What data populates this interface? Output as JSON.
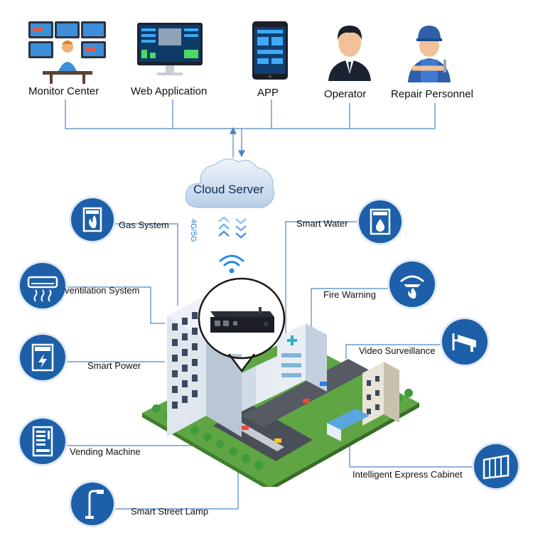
{
  "top_nodes": [
    {
      "label": "Monitor Center",
      "icon": "monitor-center-icon"
    },
    {
      "label": "Web Application",
      "icon": "web-application-icon"
    },
    {
      "label": "APP",
      "icon": "mobile-app-icon"
    },
    {
      "label": "Operator",
      "icon": "operator-icon"
    },
    {
      "label": "Repair Personnel",
      "icon": "repair-personnel-icon"
    }
  ],
  "cloud": {
    "label": "Cloud Server"
  },
  "network": {
    "label": "4G/5G"
  },
  "left_modules": [
    {
      "label": "Gas System",
      "icon": "gas-system-icon"
    },
    {
      "label": "ventilation System",
      "icon": "ventilation-icon"
    },
    {
      "label": "Smart Power",
      "icon": "smart-power-icon"
    },
    {
      "label": "Vending Machine",
      "icon": "vending-machine-icon"
    },
    {
      "label": "Smart Street Lamp",
      "icon": "street-lamp-icon"
    }
  ],
  "right_modules": [
    {
      "label": "Smart Water",
      "icon": "smart-water-icon"
    },
    {
      "label": "Fire Warning",
      "icon": "fire-warning-icon"
    },
    {
      "label": "Video Surveillance",
      "icon": "cctv-camera-icon"
    },
    {
      "label": "Intelligent Express Cabinet",
      "icon": "express-cabinet-icon"
    }
  ],
  "colors": {
    "icon_blue": "#1d5fa8",
    "line_blue": "#4a86c5",
    "ground_green": "#6cb04a"
  }
}
